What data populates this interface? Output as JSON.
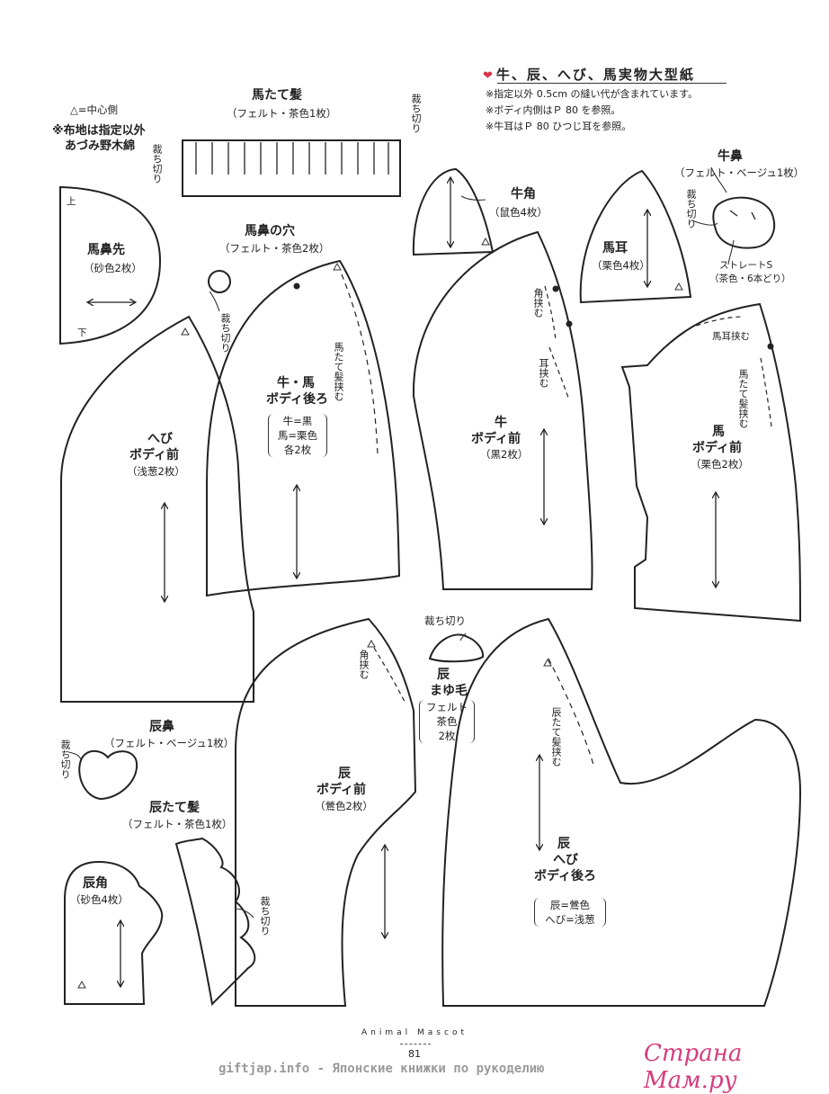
{
  "header": {
    "title": "牛、辰、へび、馬実物大型紙",
    "notes": [
      "※指定以外 0.5cm の縫い代が含まれています。",
      "※ボディ内側はＰ 80 を参照。",
      "※牛耳はＰ 80 ひつじ耳を参照。"
    ],
    "legend": "△=中心側",
    "fabric_line1": "※布地は指定以外",
    "fabric_line2": "あづみ野木綿"
  },
  "pieces": {
    "horse_mane": {
      "name": "馬たて髪",
      "spec": "（フェルト・茶色1枚）",
      "cut_left": "裁ち切り",
      "cut_right": "裁ち切り"
    },
    "horse_muzzle": {
      "name": "馬鼻先",
      "spec": "（砂色2枚）",
      "top": "上",
      "bottom": "下"
    },
    "horse_nostril": {
      "name": "馬鼻の穴",
      "spec": "（フェルト・茶色2枚）",
      "cut": "裁ち切り"
    },
    "ushi_uma_back": {
      "name": "牛・馬",
      "name2": "ボディ後ろ",
      "spec1": "牛=黒",
      "spec2": "馬=栗色",
      "spec3": "各2枚",
      "mane_note": "馬たて髪挟む"
    },
    "snake_front": {
      "name": "へび",
      "name2": "ボディ前",
      "spec": "（浅葱2枚）"
    },
    "cow_horn": {
      "name": "牛角",
      "spec": "（鼠色4枚）"
    },
    "cow_front": {
      "name": "牛",
      "name2": "ボディ前",
      "spec": "（黒2枚）",
      "horn_note": "角挟む",
      "ear_note": "耳挟む"
    },
    "horse_ear": {
      "name": "馬耳",
      "spec": "（栗色4枚）"
    },
    "cow_nose": {
      "name": "牛鼻",
      "spec": "（フェルト・ベージュ1枚）",
      "cut": "裁ち切り",
      "stitch1": "ストレートS",
      "stitch2": "（茶色・6本どり）"
    },
    "horse_front": {
      "name": "馬",
      "name2": "ボディ前",
      "spec": "（栗色2枚）",
      "mane_note": "馬たて髪挟む",
      "ear_note": "馬耳挟む"
    },
    "dragon_eyebrow": {
      "cut": "裁ち切り",
      "name": "辰",
      "name2": "まゆ毛",
      "spec1": "フェルト",
      "spec2": "茶色",
      "spec3": "2枚"
    },
    "dragon_front": {
      "name": "辰",
      "name2": "ボディ前",
      "spec": "（鶯色2枚）",
      "horn_note": "角挟む"
    },
    "dragon_snake_back": {
      "name": "辰",
      "name2": "へび",
      "name3": "ボディ後ろ",
      "spec1": "辰=鶯色",
      "spec2": "へび=浅葱",
      "mane_note": "辰たて髪挟む"
    },
    "dragon_nose": {
      "name": "辰鼻",
      "spec": "（フェルト・ベージュ1枚）",
      "cut": "裁ち切り"
    },
    "dragon_mane": {
      "name": "辰たて髪",
      "spec": "（フェルト・茶色1枚）",
      "cut": "裁ち切り"
    },
    "dragon_horn": {
      "name": "辰角",
      "spec": "（砂色4枚）"
    }
  },
  "footer": {
    "brand": "Animal Mascot",
    "page": "81",
    "watermark": "giftjap.info - Японские книжки по рукоделию",
    "logo": "Страна Мам.ру"
  }
}
